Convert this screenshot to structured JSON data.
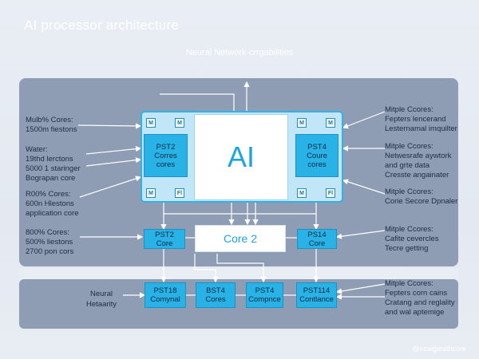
{
  "title": "AI processor architecture",
  "subtitle": "Neural Network crrgabilities",
  "chip": {
    "center_label": "AI",
    "left_core": [
      "PST2",
      "Corres",
      "cores"
    ],
    "right_core": [
      "PST4",
      "Coure",
      "cores"
    ],
    "mini_labels": [
      "M",
      "M",
      "M",
      "M",
      "M",
      "Fl",
      "M",
      "Fl"
    ]
  },
  "core2_label": "Core 2",
  "mid_cores": {
    "left": [
      "PST2",
      "Core"
    ],
    "right": [
      "PS14",
      "Core"
    ]
  },
  "bottom_cores": [
    [
      "PST18",
      "Comynal"
    ],
    [
      "BST4",
      "Cores"
    ],
    [
      "PST4",
      "Compnce"
    ],
    [
      "PST114",
      "Contlance"
    ]
  ],
  "neural_label": [
    "Neural",
    "Hetaarity"
  ],
  "left_labels": [
    [
      "Mulb% Cores:",
      "1500m fiestons"
    ],
    [
      "Water:",
      "19thd lerctons",
      "5000 1 staringer",
      "Bograpan core"
    ],
    [
      "R00% Cores:",
      "600n Hlestons",
      "application core"
    ],
    [
      "800% Cores:",
      "500% liestons",
      "2700 pon cors"
    ]
  ],
  "right_labels": [
    [
      "Mitple Ccores:",
      "Fepters lencerand",
      "Lesternamal imquilter"
    ],
    [
      "Mitple Ccores:",
      "Netwesrafe aywtork",
      "and grte data",
      "Cresste angainater"
    ],
    [
      "Mitple Ccores:",
      "Corie Secore Dpnaler"
    ],
    [
      "Mitple Ccores:",
      "Cafite cevercles",
      "Tecre getting"
    ],
    [
      "Mitple Ccores:",
      "Fepters corn cains",
      "Cratang and reglality",
      "and wal aptemige"
    ]
  ],
  "footer": "@intalgieathcore",
  "colors": {
    "band": "#8e9cb4",
    "accent": "#29b2e6",
    "chip_fill": "#c0e6f7"
  }
}
